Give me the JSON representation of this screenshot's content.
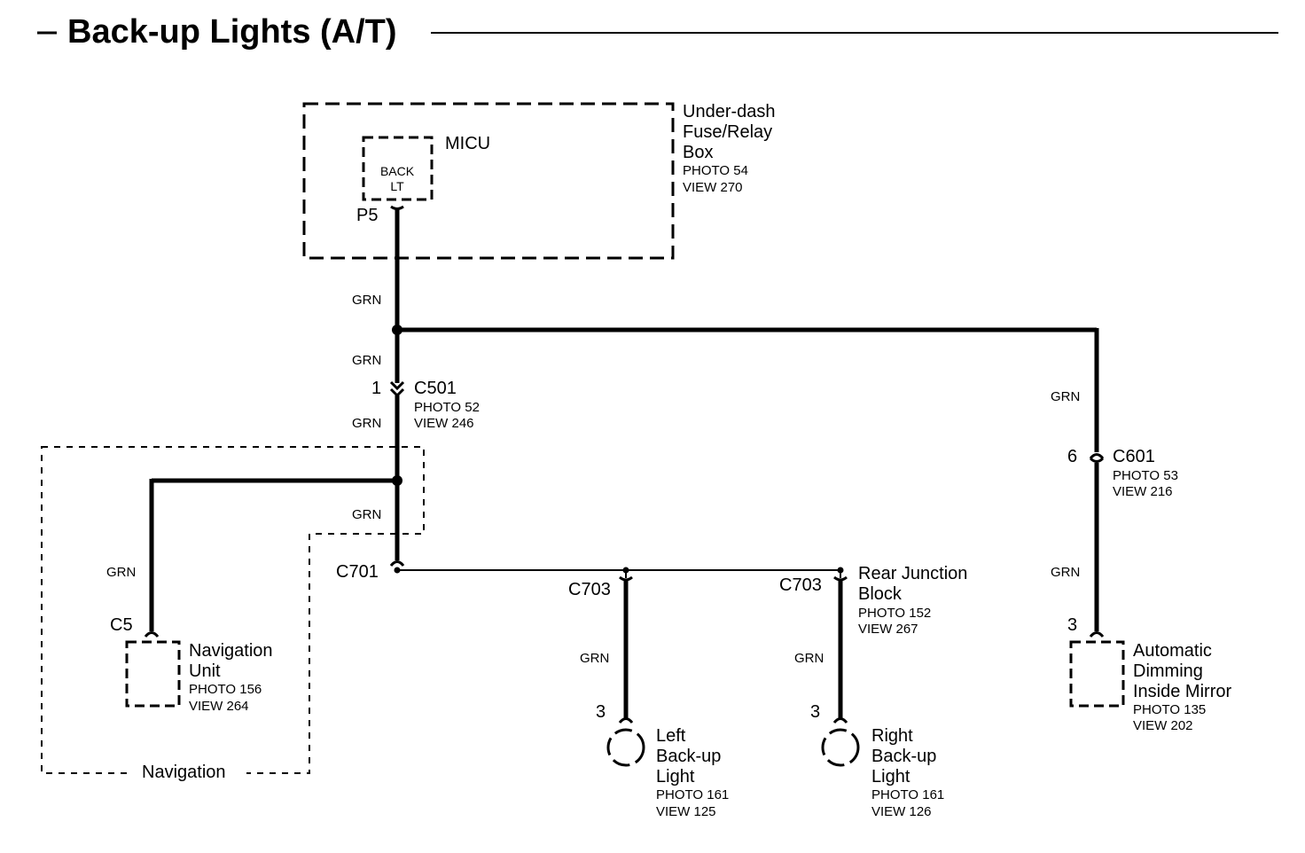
{
  "title": "Back-up Lights (A/T)",
  "wire_color": "GRN",
  "fuse_box": {
    "name_lines": [
      "Under-dash",
      "Fuse/Relay",
      "Box"
    ],
    "photo": "PHOTO 54",
    "view": "VIEW 270",
    "module": "MICU",
    "fuse_lines": [
      "BACK",
      "LT"
    ],
    "pin": "P5"
  },
  "c501": {
    "pin": "1",
    "name": "C501",
    "photo": "PHOTO 52",
    "view": "VIEW 246"
  },
  "c601": {
    "pin": "6",
    "name": "C601",
    "photo": "PHOTO 53",
    "view": "VIEW 216"
  },
  "c701": {
    "name": "C701"
  },
  "navigation": {
    "region_label": "Navigation",
    "connector": "C5",
    "name_lines": [
      "Navigation",
      "Unit"
    ],
    "photo": "PHOTO 156",
    "view": "VIEW 264"
  },
  "rear_junction": {
    "name_lines": [
      "Rear Junction",
      "Block"
    ],
    "photo": "PHOTO 152",
    "view": "VIEW 267"
  },
  "left_light": {
    "connector": "C703",
    "pin": "3",
    "name_lines": [
      "Left",
      "Back-up",
      "Light"
    ],
    "photo": "PHOTO 161",
    "view": "VIEW 125"
  },
  "right_light": {
    "connector": "C703",
    "pin": "3",
    "name_lines": [
      "Right",
      "Back-up",
      "Light"
    ],
    "photo": "PHOTO 161",
    "view": "VIEW 126"
  },
  "mirror": {
    "pin": "3",
    "name_lines": [
      "Automatic",
      "Dimming",
      "Inside Mirror"
    ],
    "photo": "PHOTO 135",
    "view": "VIEW 202"
  }
}
